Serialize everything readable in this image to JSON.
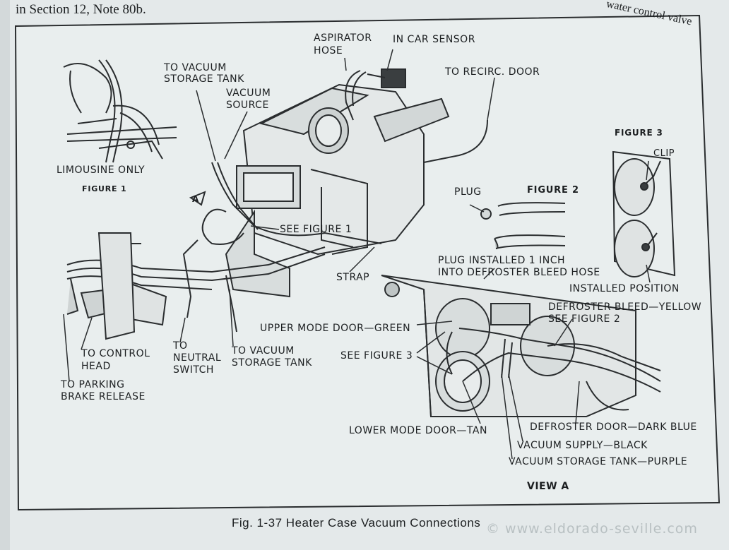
{
  "header": {
    "left_text": "in Section 12, Note 80b.",
    "right_text": "water control valve"
  },
  "figure1": {
    "note": "LIMOUSINE ONLY",
    "title": "FIGURE 1"
  },
  "figure2": {
    "title": "FIGURE 2",
    "plug": "PLUG"
  },
  "figure3": {
    "title": "FIGURE 3",
    "clip": "CLIP",
    "position": "INSTALLED POSITION"
  },
  "labels": {
    "aspirator_1": "ASPIRATOR",
    "aspirator_2": "HOSE",
    "in_car_sensor": "IN CAR SENSOR",
    "recirc_door": "TO RECIRC. DOOR",
    "vacuum_storage_top_1": "TO VACUUM",
    "vacuum_storage_top_2": "STORAGE TANK",
    "vacuum_source_1": "VACUUM",
    "vacuum_source_2": "SOURCE",
    "see_figure_1": "SEE FIGURE 1",
    "strap": "STRAP",
    "plug_installed_1": "PLUG INSTALLED 1 INCH",
    "plug_installed_2": "INTO DEFROSTER BLEED HOSE",
    "defroster_bleed": "DEFROSTER BLEED—YELLOW",
    "see_figure_2": "SEE FIGURE 2",
    "upper_mode": "UPPER MODE DOOR—GREEN",
    "see_figure_3": "SEE FIGURE 3",
    "control_head_1": "TO CONTROL",
    "control_head_2": "HEAD",
    "parking_1": "TO PARKING",
    "parking_2": "BRAKE RELEASE",
    "neutral_1": "TO",
    "neutral_2": "NEUTRAL",
    "neutral_3": "SWITCH",
    "vacuum_storage_bottom_1": "TO VACUUM",
    "vacuum_storage_bottom_2": "STORAGE TANK",
    "lower_mode": "LOWER MODE DOOR—TAN",
    "defroster_door": "DEFROSTER DOOR—DARK BLUE",
    "vacuum_supply": "VACUUM SUPPLY—BLACK",
    "vacuum_storage_purple": "VACUUM STORAGE TANK—PURPLE",
    "view_a": "VIEW A",
    "arrow_marker": "A"
  },
  "caption": "Fig. 1-37  Heater Case Vacuum Connections",
  "watermark": "© www.eldorado-seville.com"
}
